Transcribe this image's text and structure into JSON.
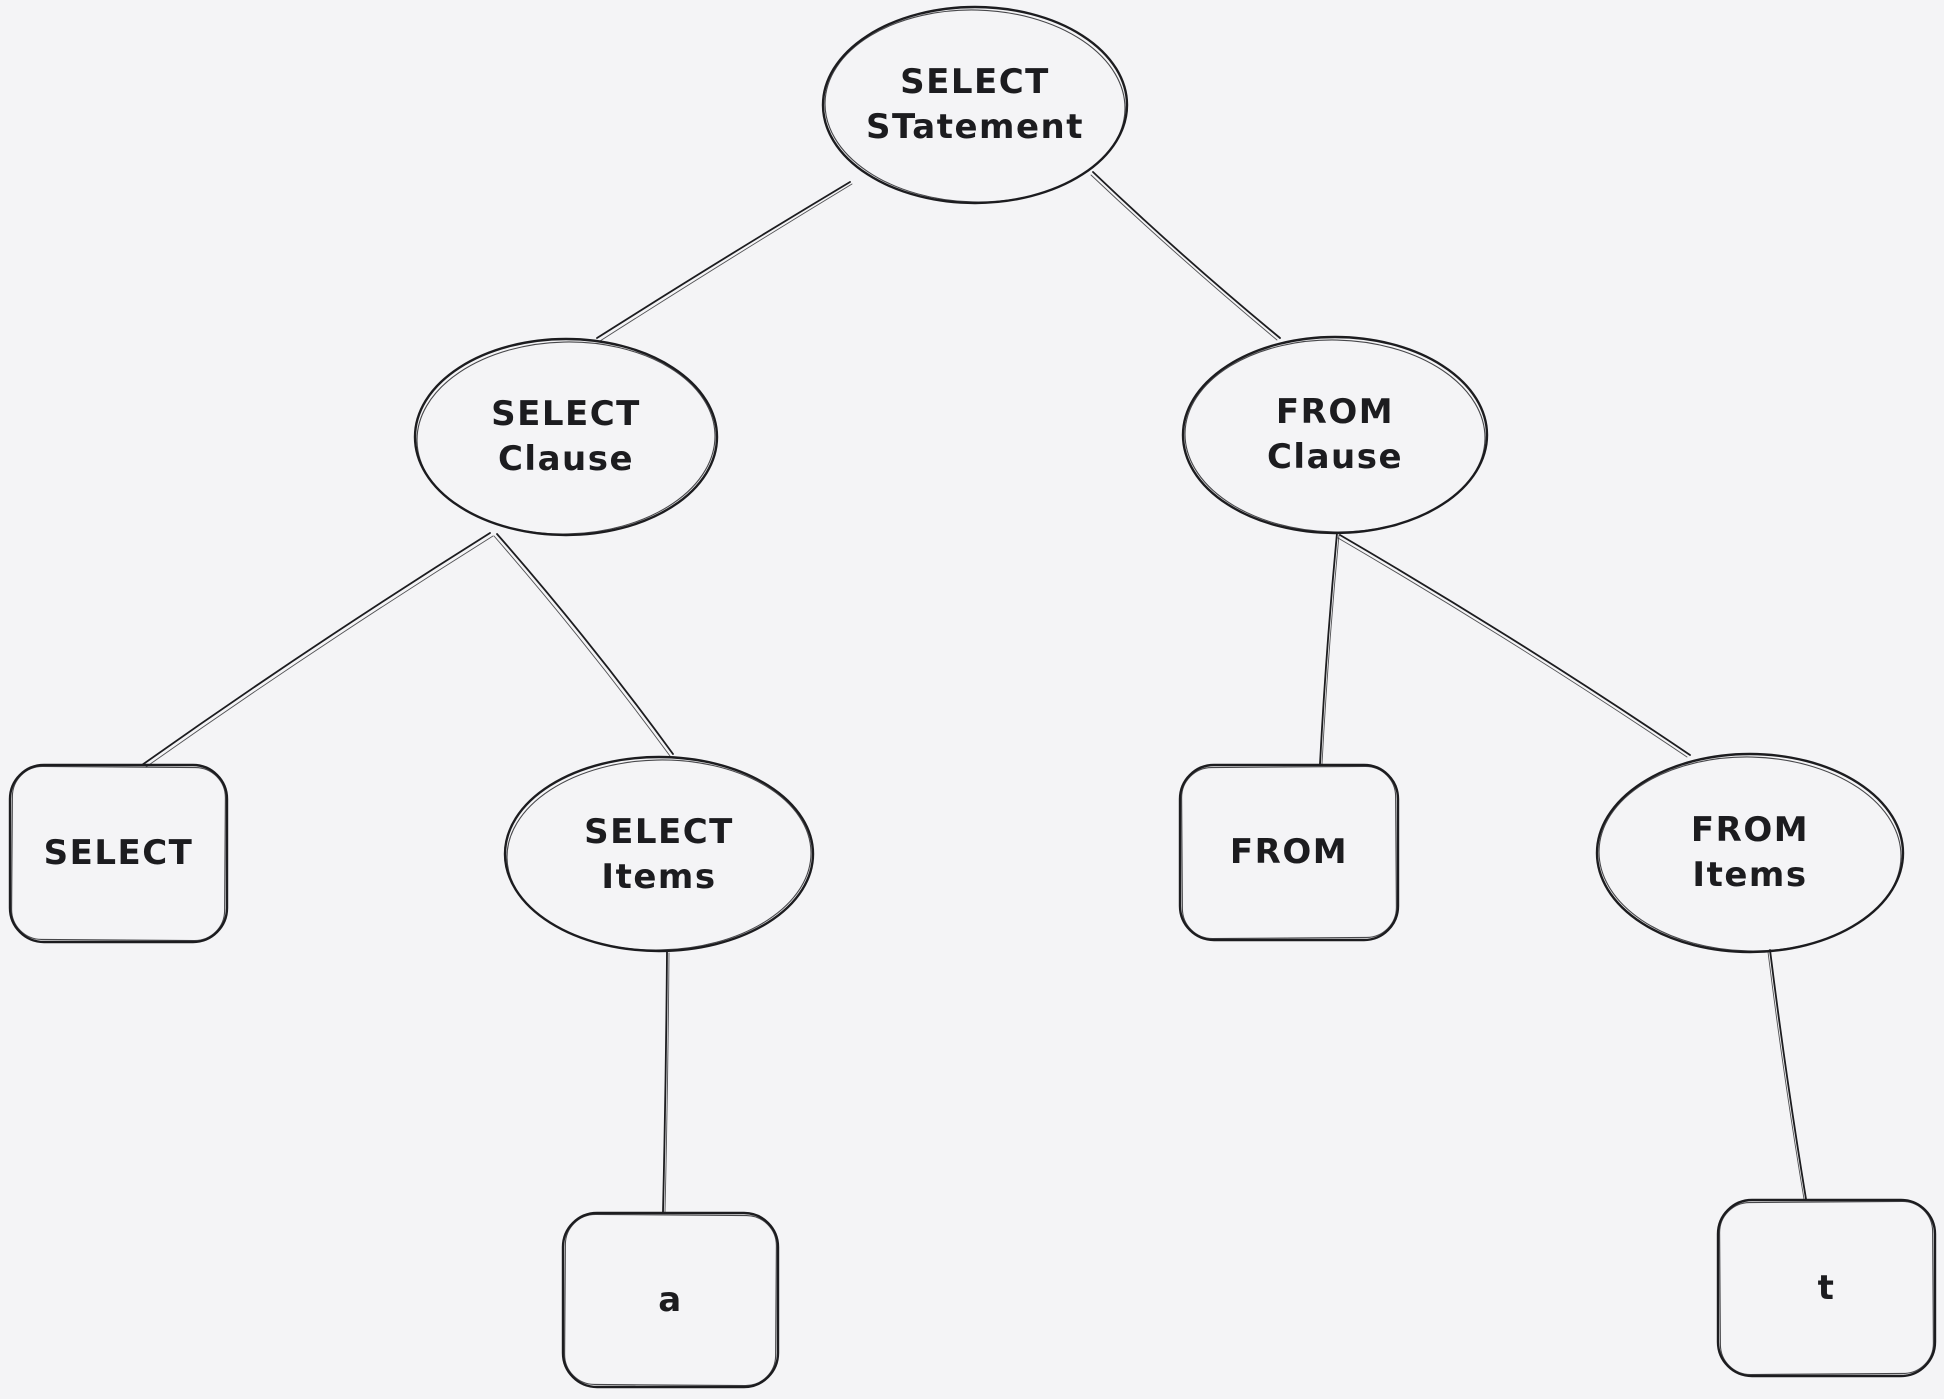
{
  "diagram": {
    "type": "tree",
    "style": "hand-drawn-sketch",
    "background_color": "#f4f4f6",
    "stroke_color": "#1c1c1f",
    "nodes": [
      {
        "id": "select-statement",
        "shape": "ellipse",
        "label": "SELECT\nSTatement"
      },
      {
        "id": "select-clause",
        "shape": "ellipse",
        "label": "SELECT\nClause"
      },
      {
        "id": "from-clause",
        "shape": "ellipse",
        "label": "FROM\nClause"
      },
      {
        "id": "select-keyword",
        "shape": "rectangle",
        "label": "SELECT"
      },
      {
        "id": "select-items",
        "shape": "ellipse",
        "label": "SELECT\nItems"
      },
      {
        "id": "from-keyword",
        "shape": "rectangle",
        "label": "FROM"
      },
      {
        "id": "from-items",
        "shape": "ellipse",
        "label": "FROM\nItems"
      },
      {
        "id": "item-a",
        "shape": "rectangle",
        "label": "a"
      },
      {
        "id": "item-t",
        "shape": "rectangle",
        "label": "t"
      }
    ],
    "edges": [
      {
        "from": "select-statement",
        "to": "select-clause"
      },
      {
        "from": "select-statement",
        "to": "from-clause"
      },
      {
        "from": "select-clause",
        "to": "select-keyword"
      },
      {
        "from": "select-clause",
        "to": "select-items"
      },
      {
        "from": "from-clause",
        "to": "from-keyword"
      },
      {
        "from": "from-clause",
        "to": "from-items"
      },
      {
        "from": "select-items",
        "to": "item-a"
      },
      {
        "from": "from-items",
        "to": "item-t"
      }
    ]
  }
}
